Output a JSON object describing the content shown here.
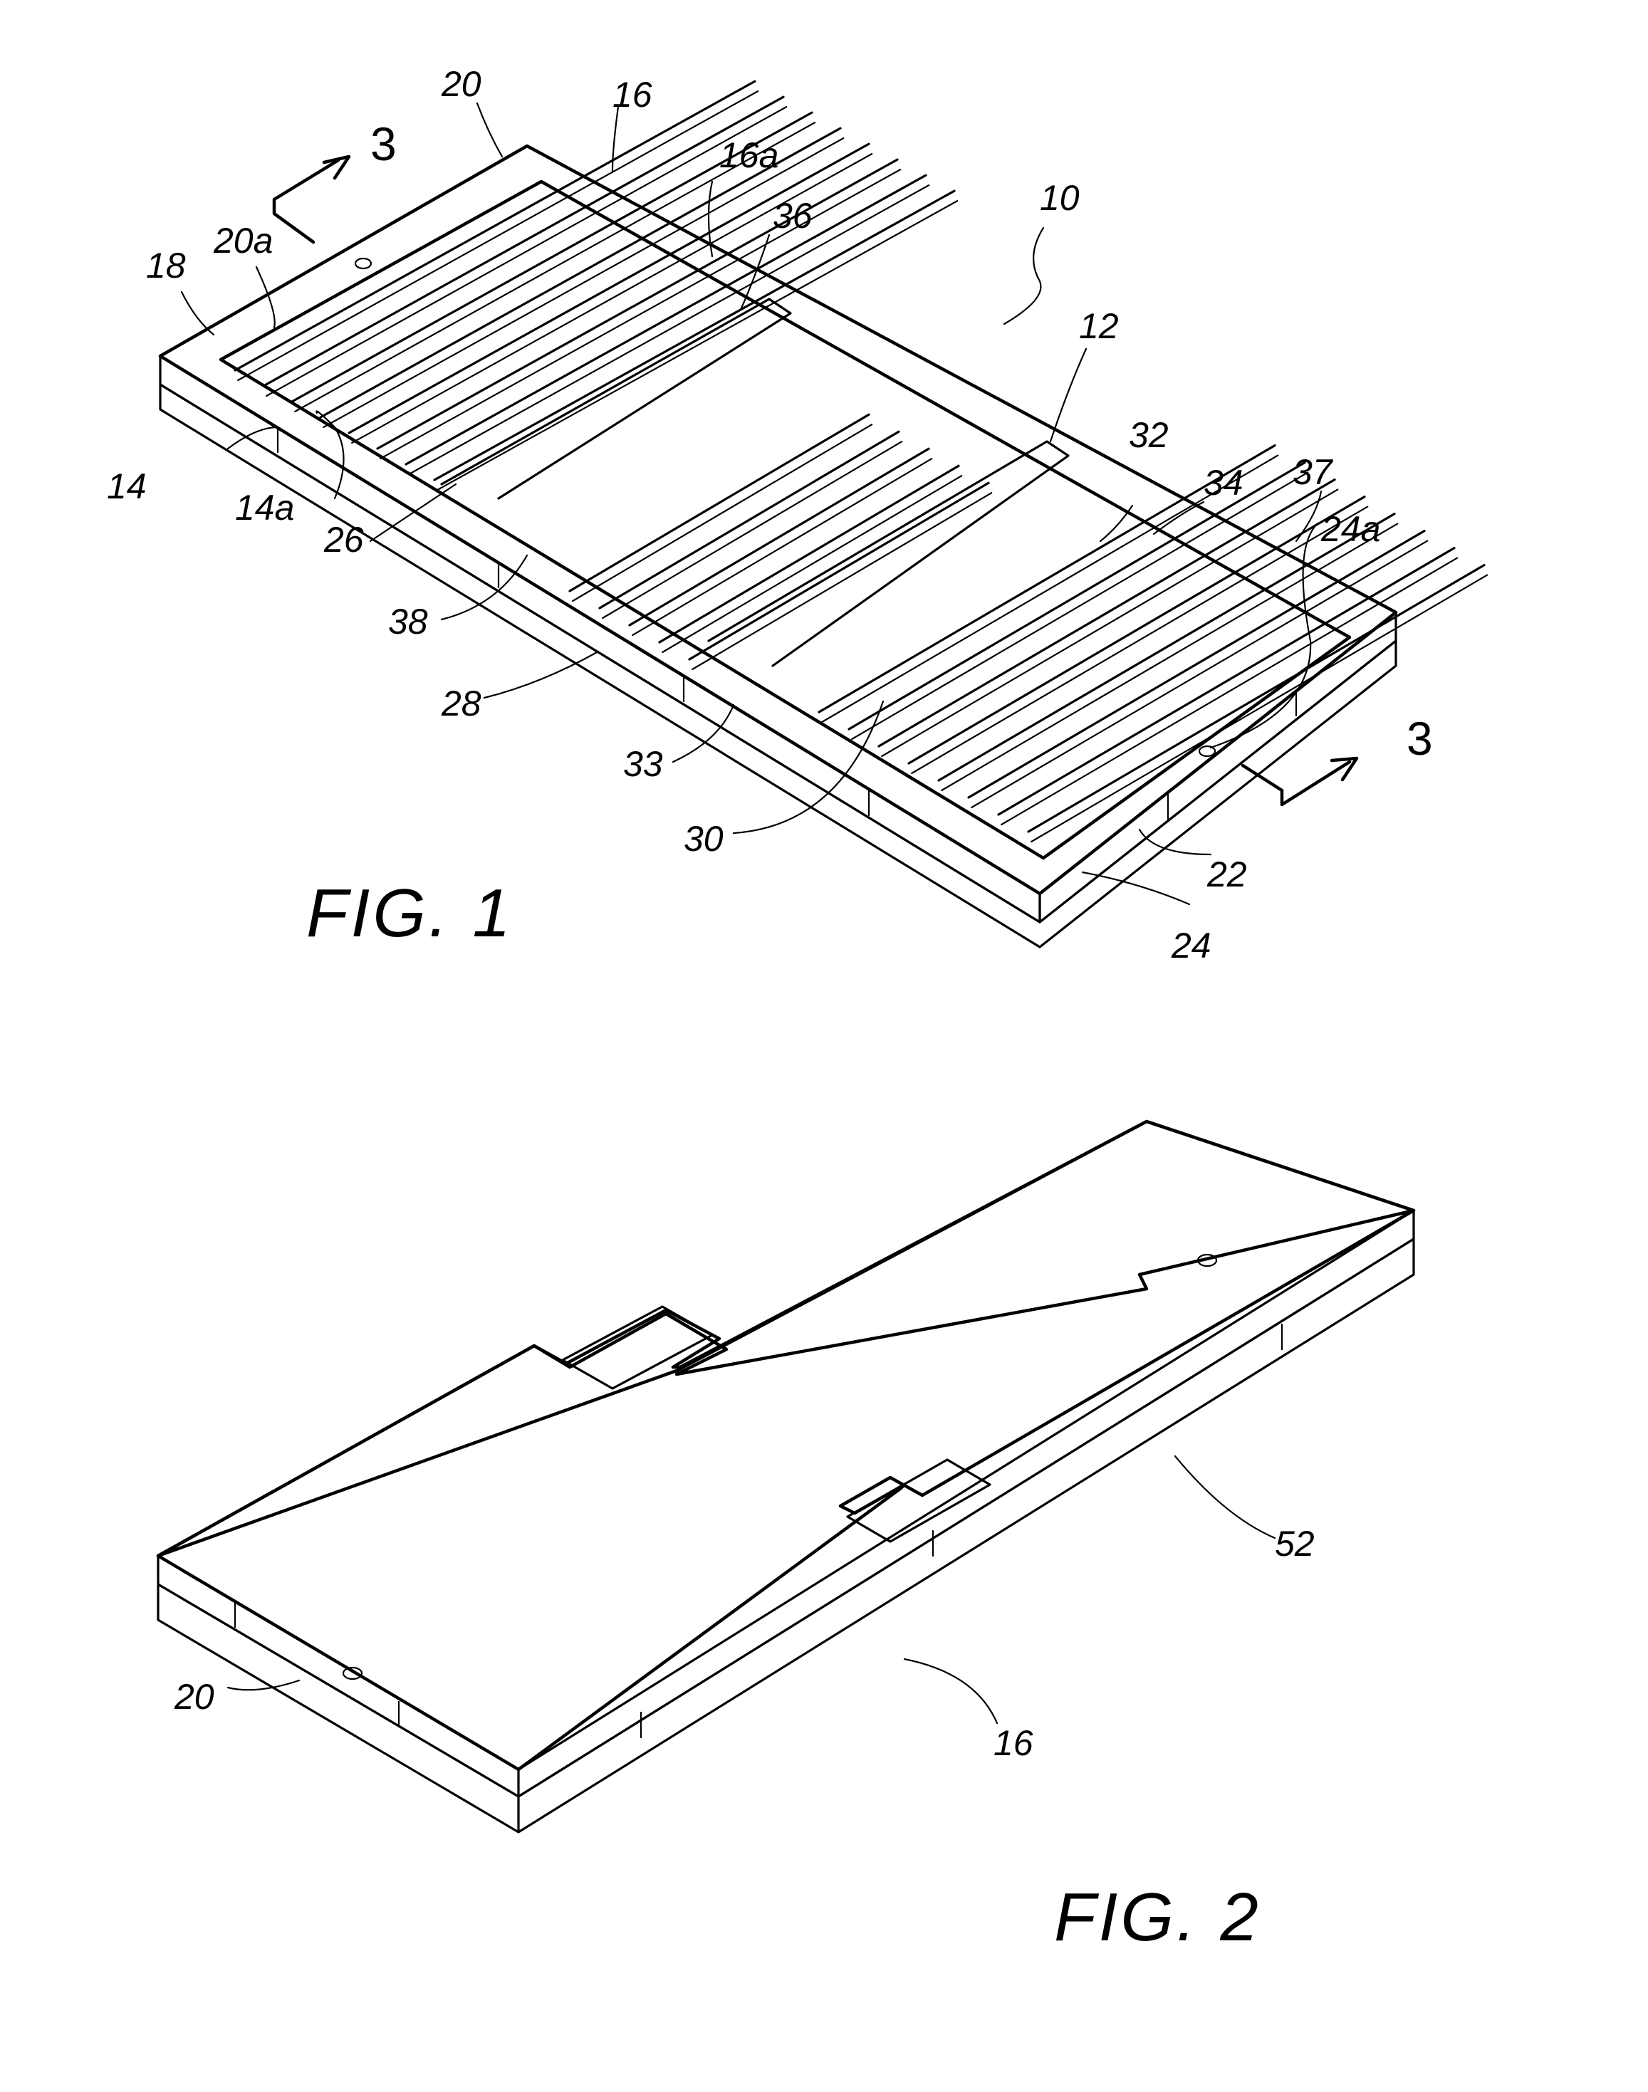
{
  "figure1": {
    "caption": "FIG. 1",
    "labels": {
      "l10": "10",
      "l12": "12",
      "l14": "14",
      "l14a": "14a",
      "l16": "16",
      "l16a": "16a",
      "l18": "18",
      "l20": "20",
      "l20a": "20a",
      "l22": "22",
      "l24": "24",
      "l24a": "24a",
      "l26": "26",
      "l28": "28",
      "l30": "30",
      "l32": "32",
      "l33": "33",
      "l34": "34",
      "l36": "36",
      "l37": "37",
      "l38": "38",
      "sec_a": "3",
      "sec_b": "3"
    }
  },
  "figure2": {
    "caption": "FIG. 2",
    "labels": {
      "l52": "52",
      "l16": "16",
      "l20": "20"
    }
  }
}
